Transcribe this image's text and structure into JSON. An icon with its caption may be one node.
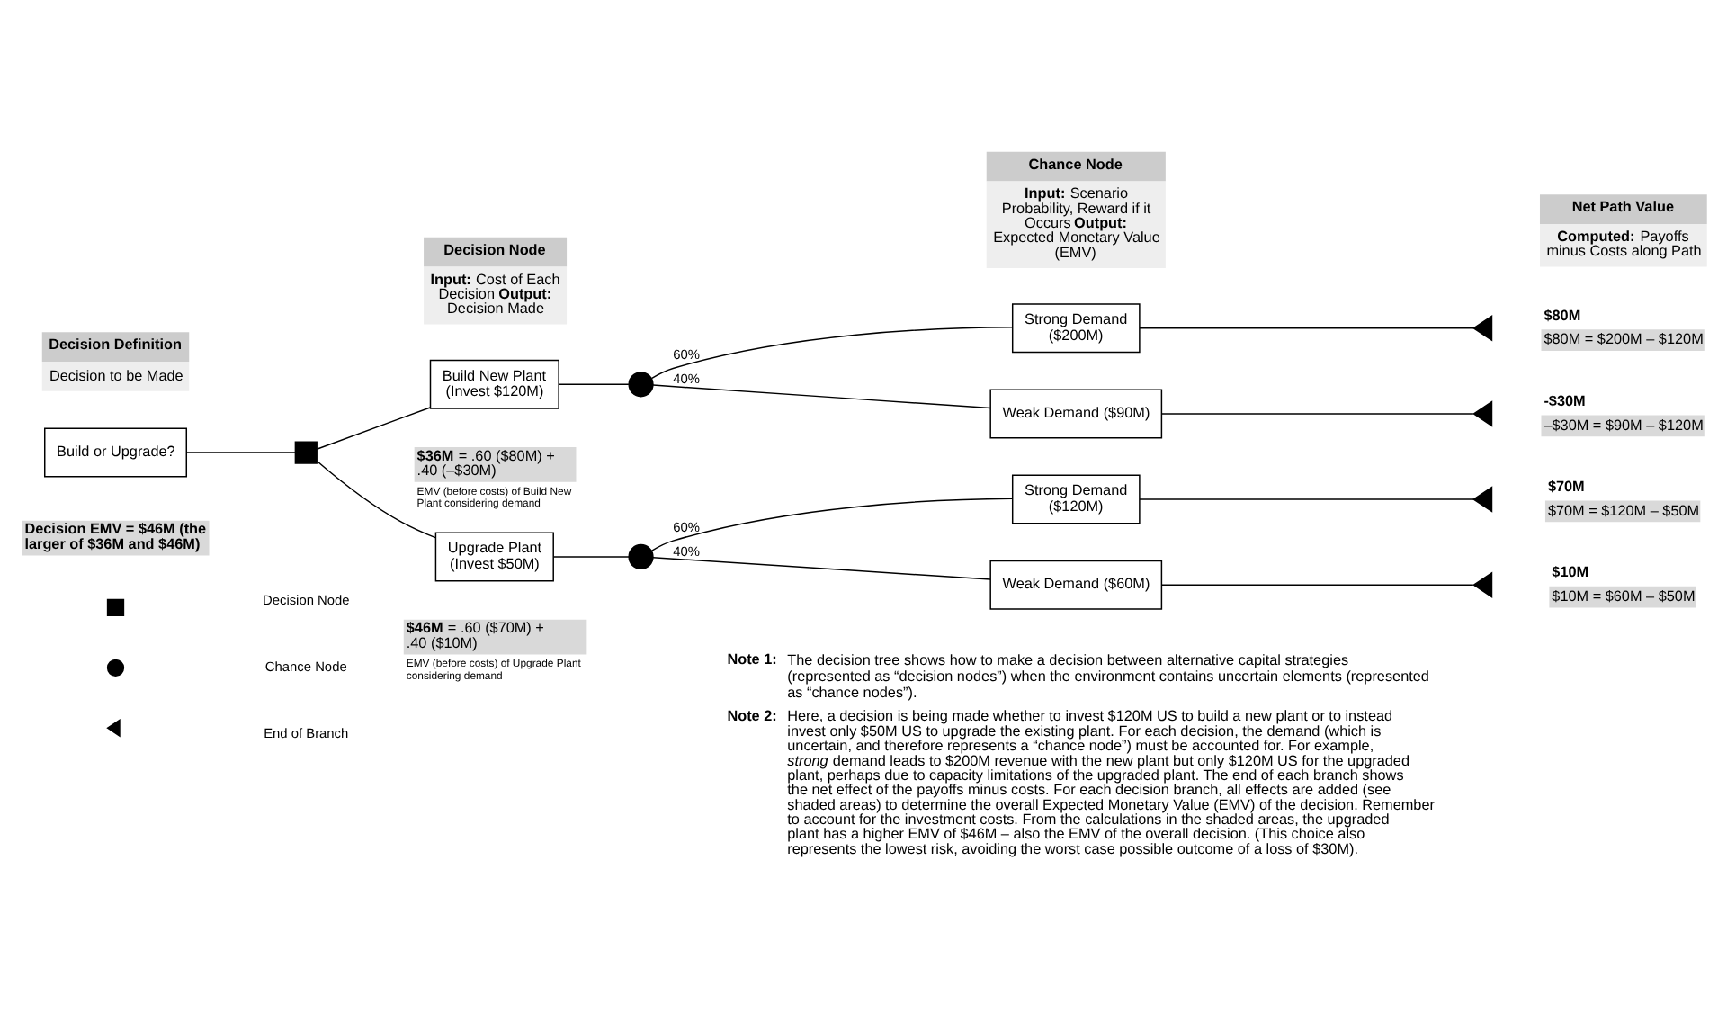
{
  "diagram": {
    "nodes": [
      {
        "text": [
          "Build or Upgrade?"
        ],
        "beside": [
          "Decision EMV = $46M (the larger of $36M and $46M)"
        ]
      },
      {
        "text": [],
        "shape": "box"
      },
      {
        "text": [
          "Build New Plant (Invest $120M)"
        ],
        "beside": [
          "**$36M** = .60 ($80M) + .40 (–$30M)",
          "EMV (before costs) of Build New Plant considering demand"
        ]
      },
      {
        "text": [
          "Upgrade Plant (Invest $50M)"
        ],
        "beside": [
          "**$46M** = .60 ($70M) + .40 ($10M)",
          "EMV (before costs) of Upgrade Plant considering demand"
        ]
      },
      {
        "text": [],
        "shape": "circle"
      },
      {
        "text": [],
        "shape": "circle"
      },
      {
        "text": [
          "Strong Demand ($200M)"
        ]
      },
      {
        "text": [
          "Weak Demand ($90M)"
        ]
      },
      {
        "text": [
          "Strong Demand ($120M)"
        ]
      },
      {
        "text": [
          "Weak Demand ($60M)"
        ]
      },
      {
        "text": [],
        "shape": "triangle",
        "beside": [
          "$80M",
          "$80M = $200M – $120M"
        ]
      },
      {
        "text": [],
        "shape": "triangle",
        "beside": [
          "-$30M",
          "–$30M = $90M – $120M"
        ]
      },
      {
        "text": [],
        "shape": "triangle",
        "beside": [
          "$70M",
          "$70M = $120M – $50M"
        ]
      },
      {
        "text": [],
        "shape": "triangle",
        "beside": [
          "$10M",
          "$10M = $60M – $50M"
        ]
      }
    ],
    "edges": [
      {
        "from": 0,
        "to": 1,
        "arrow": "none"
      },
      {
        "from": 1,
        "to": 2,
        "arrow": "none"
      },
      {
        "from": 1,
        "to": 3,
        "arrow": "none"
      },
      {
        "from": 2,
        "to": 4,
        "arrow": "none"
      },
      {
        "from": 3,
        "to": 5,
        "arrow": "none"
      },
      {
        "from": 4,
        "to": 6,
        "arrow": "none",
        "label": "60%"
      },
      {
        "from": 4,
        "to": 7,
        "arrow": "none",
        "label": "40%"
      },
      {
        "from": 5,
        "to": 8,
        "arrow": "none",
        "label": "60%"
      },
      {
        "from": 5,
        "to": 9,
        "arrow": "none",
        "label": "40%"
      },
      {
        "from": 6,
        "to": 10,
        "arrow": "none"
      },
      {
        "from": 7,
        "to": 11,
        "arrow": "none"
      },
      {
        "from": 8,
        "to": 12,
        "arrow": "none"
      },
      {
        "from": 9,
        "to": 13,
        "arrow": "none"
      }
    ],
    "labels": [
      "Decision Definition",
      "Decision Node",
      "Chance Node",
      "Net Path Value",
      "Decision to be Made",
      "**Input:** Cost of Each Decision **Output:** Decision Made",
      "**Input:** Scenario Probability, Reward if it Occurs **Output:** Expected Monetary Value (EMV)",
      "**Computed:** Payoffs minus Costs along Path",
      "Note 1:",
      "The decision tree shows how to make a decision between alternative capital strategies (represented as “decision nodes”) when the environment contains uncertain elements (represented as “chance nodes”).",
      "Note 2:",
      "Here, a decision is being made whether to invest $120M US to build a new plant or to instead invest only $50M US to upgrade the existing plant. For each decision, the demand (which is uncertain, and therefore represents a “chance node”) must be accounted for. For example, *strong* demand leads to $200M revenue with the new plant but only $120M US for the upgraded plant, perhaps due to capacity limitations of the upgraded plant. The end of each branch shows the net effect of the payoffs minus costs. For each decision branch, all effects are added (see shaded areas) to determine the overall Expected Monetary Value (EMV) of the decision. Remember to account for the investment costs. From the calculations in the shaded areas, the upgraded plant has a higher EMV of $46M – also the EMV of the overall decision. (This choice also represents the lowest risk, avoiding the worst case possible outcome of a loss of $30M)."
    ],
    "legend": [
      {
        "text": "Decision Node"
      },
      {
        "text": "Chance Node"
      },
      {
        "text": "End of Branch"
      }
    ]
  }
}
